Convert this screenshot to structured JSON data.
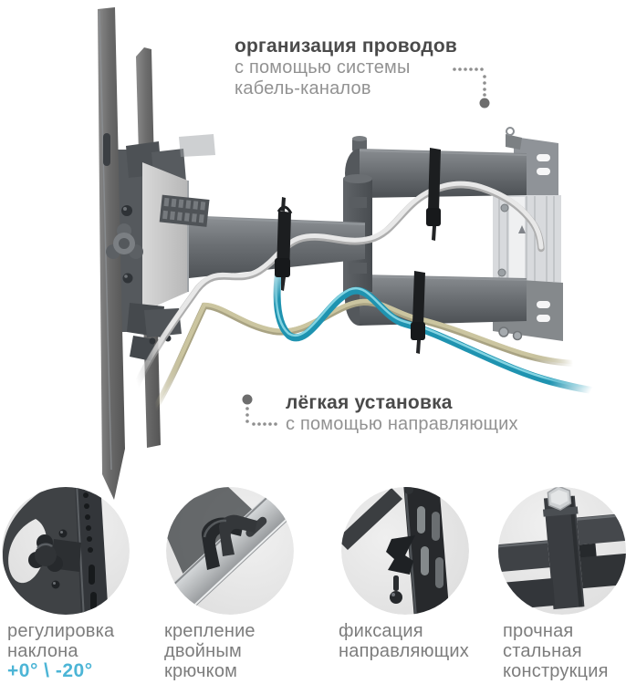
{
  "product": "articulating-tv-wall-mount-illustration",
  "colors": {
    "background": "#ffffff",
    "heading_text": "#4a4a4a",
    "body_text": "#929292",
    "caption_text": "#7d7d7d",
    "accent_cyan": "#4cb5d6",
    "leader_dot": "#6d6d6d",
    "cable_white": "#e8e8e8",
    "cable_olive": "#cbc5a0",
    "cable_teal": "#1f93b0",
    "metal_dark": "#4e5256",
    "metal_light": "#c9cccd"
  },
  "annotations": {
    "cable_management": {
      "title": "организация проводов",
      "line1": "с помощью системы",
      "line2": "кабель-каналов"
    },
    "easy_install": {
      "title": "лёгкая установка",
      "line1": "с помощью направляющих"
    }
  },
  "features": [
    {
      "id": "tilt-adjustment",
      "lines": [
        "регулировка",
        "наклона"
      ],
      "value": "+0° \\ -20°"
    },
    {
      "id": "double-hook",
      "lines": [
        "крепление",
        "двойным",
        "крючком"
      ]
    },
    {
      "id": "rail-fixation",
      "lines": [
        "фиксация",
        "направляющих"
      ]
    },
    {
      "id": "steel-frame",
      "lines": [
        "прочная",
        "стальная",
        "конструкция"
      ]
    }
  ]
}
